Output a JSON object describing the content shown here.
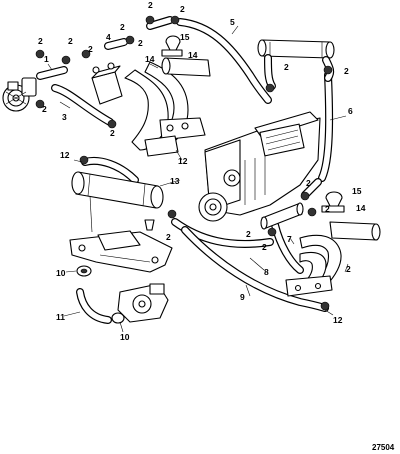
{
  "figure_number": "27504",
  "callouts": [
    {
      "text": "2"
    },
    {
      "text": "2"
    },
    {
      "text": "1"
    },
    {
      "text": "2"
    },
    {
      "text": "2"
    },
    {
      "text": "3"
    },
    {
      "text": "2"
    },
    {
      "text": "2"
    },
    {
      "text": "2"
    },
    {
      "text": "4"
    },
    {
      "text": "2"
    },
    {
      "text": "2"
    },
    {
      "text": "15"
    },
    {
      "text": "14"
    },
    {
      "text": "14"
    },
    {
      "text": "5"
    },
    {
      "text": "2"
    },
    {
      "text": "2"
    },
    {
      "text": "6"
    },
    {
      "text": "12"
    },
    {
      "text": "12"
    },
    {
      "text": "13"
    },
    {
      "text": "2"
    },
    {
      "text": "15"
    },
    {
      "text": "14"
    },
    {
      "text": "2"
    },
    {
      "text": "2"
    },
    {
      "text": "7"
    },
    {
      "text": "2"
    },
    {
      "text": "8"
    },
    {
      "text": "9"
    },
    {
      "text": "10"
    },
    {
      "text": "11"
    },
    {
      "text": "10"
    },
    {
      "text": "12"
    },
    {
      "text": "2"
    },
    {
      "text": "2"
    }
  ]
}
